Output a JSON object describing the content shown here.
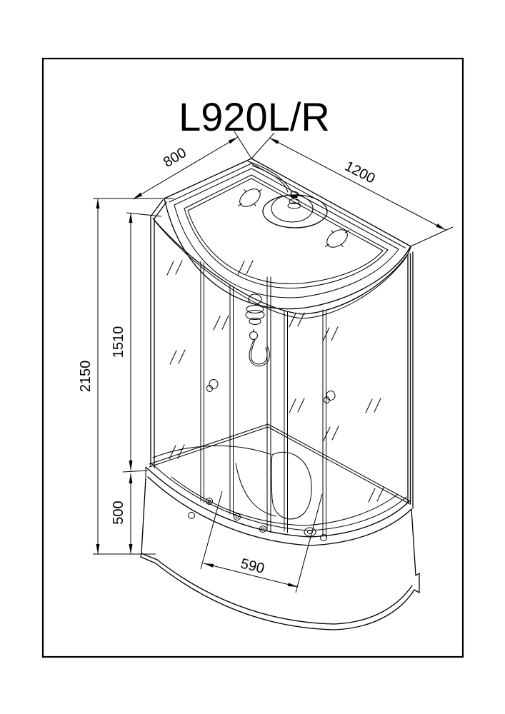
{
  "page": {
    "background": "#ffffff",
    "line_color": "#000000"
  },
  "drawing": {
    "title": "L920L/R",
    "dimension_labels": {
      "depth": "800",
      "width": "1200",
      "total_height": "2150",
      "glass_height": "1510",
      "tray_height": "500",
      "opening_width": "590"
    }
  }
}
